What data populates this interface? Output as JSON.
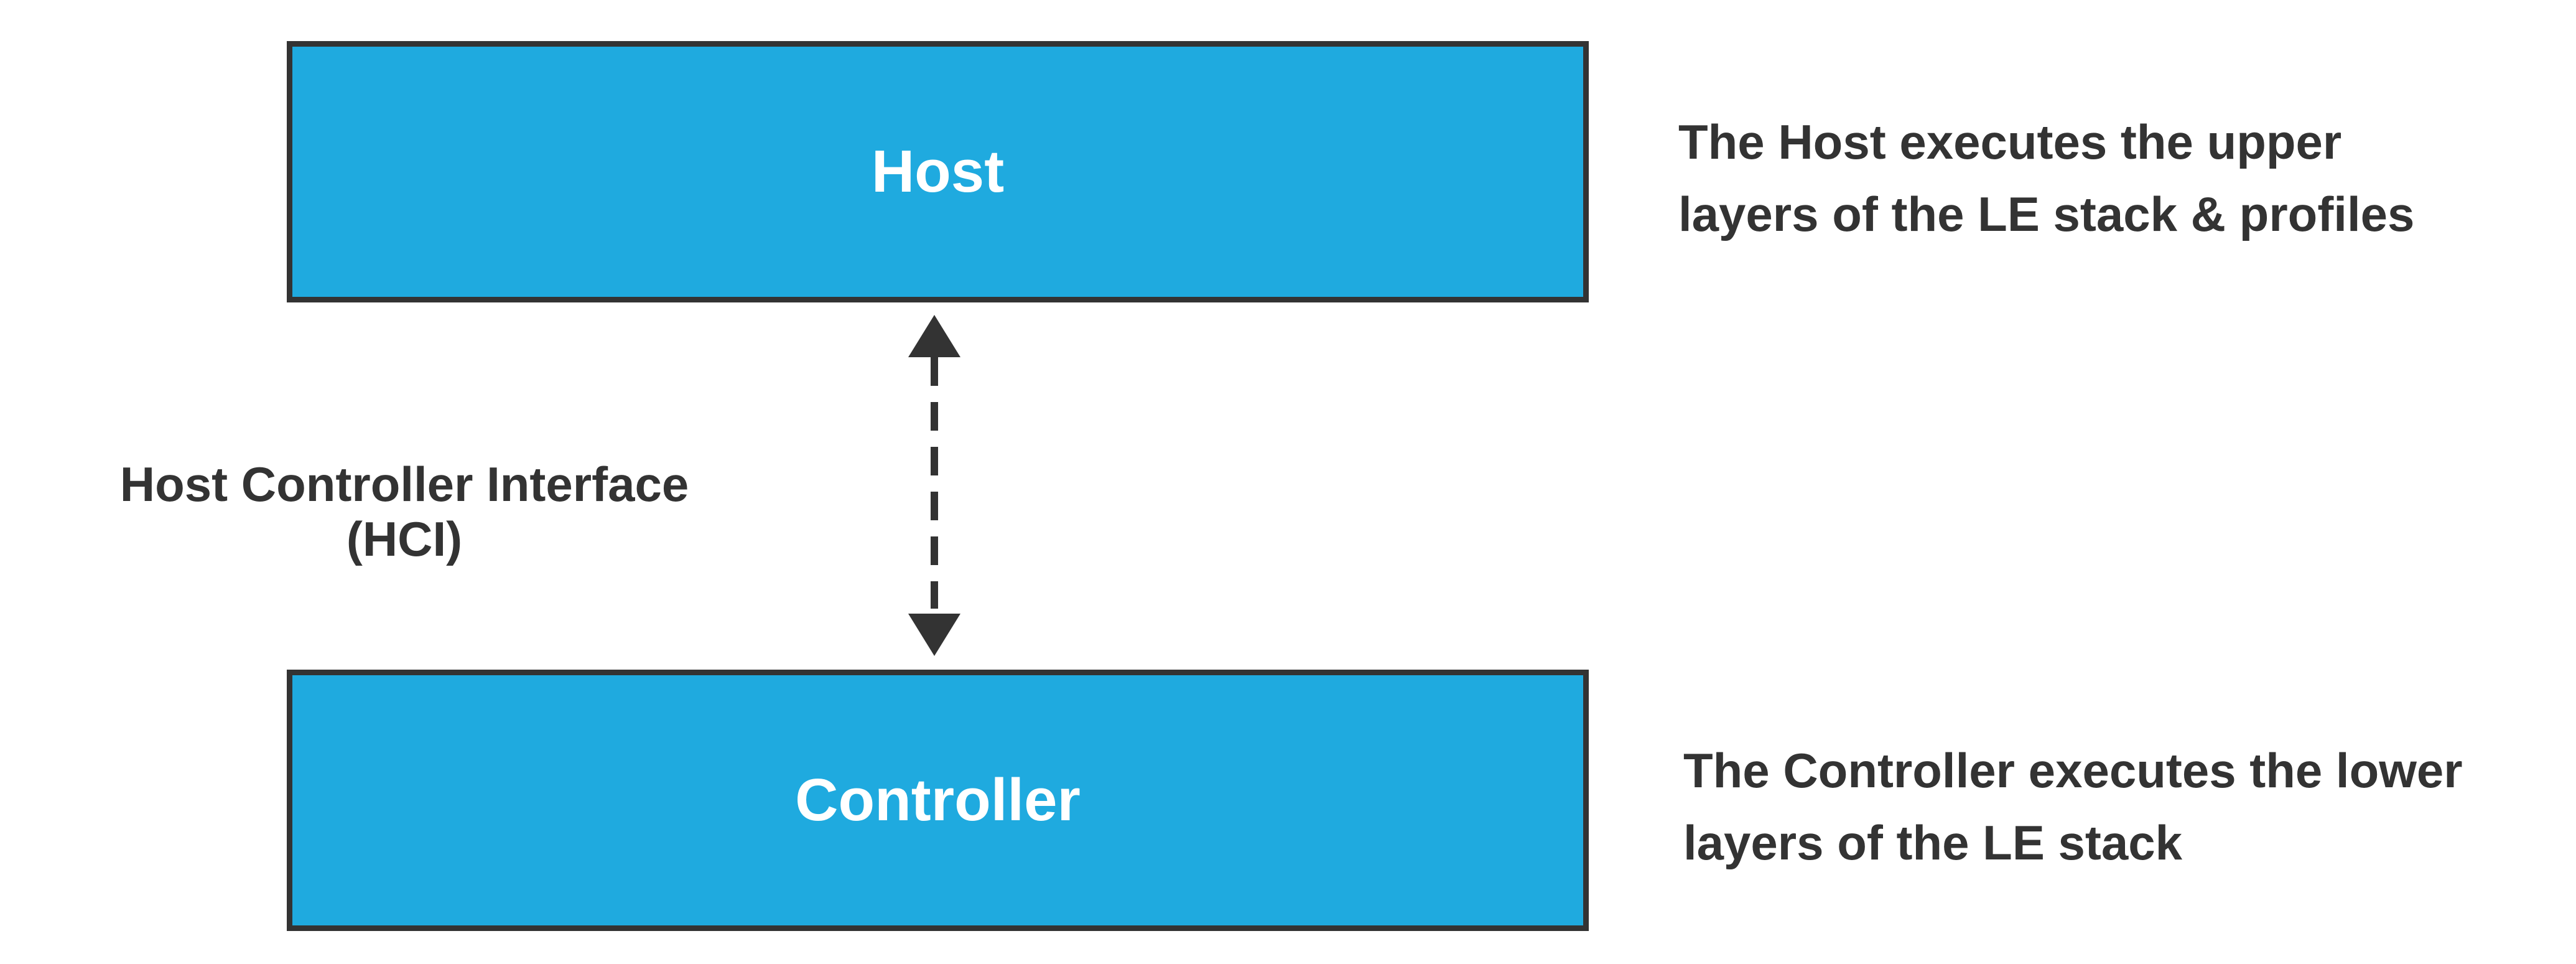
{
  "colors": {
    "box_fill": "#1faadf",
    "border": "#333333",
    "text_dark": "#333333",
    "text_light": "#ffffff"
  },
  "host": {
    "label": "Host",
    "description_lines": [
      "The Host executes the upper",
      "layers of the LE stack & profiles"
    ]
  },
  "controller": {
    "label": "Controller",
    "description_lines": [
      "The Controller executes the lower",
      "layers of the LE stack"
    ]
  },
  "interface": {
    "label_lines": [
      "Host Controller Interface",
      "(HCI)"
    ],
    "arrow": {
      "style": "dashed",
      "direction": "bidirectional",
      "arrow_icon": "double-headed-arrow-icon"
    }
  }
}
